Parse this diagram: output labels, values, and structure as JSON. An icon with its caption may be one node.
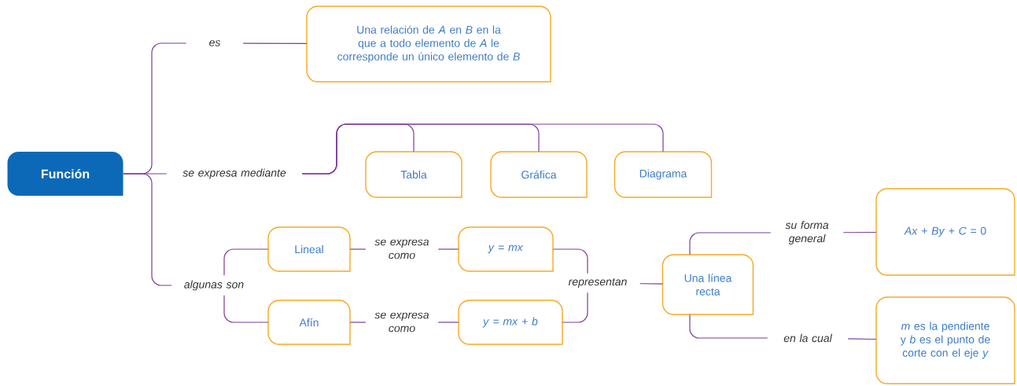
{
  "diagram": {
    "nodes": [
      {
        "text": [
          "Función"
        ]
      },
      {
        "text": [
          "es"
        ]
      },
      {
        "text": [
          "Una relación de *A* en *B* en la que a todo elemento de *A* le corresponde un único elemento de *B*"
        ]
      },
      {
        "text": [
          "se expresa mediante"
        ]
      },
      {
        "text": [
          "Tabla"
        ]
      },
      {
        "text": [
          "Gráfica"
        ]
      },
      {
        "text": [
          "Diagrama"
        ]
      },
      {
        "text": [
          "Lineal"
        ]
      },
      {
        "text": [
          "se expresa como"
        ]
      },
      {
        "text": [
          "*y* = *mx*"
        ]
      },
      {
        "text": [
          "representan"
        ]
      },
      {
        "text": [
          "Una línea recta"
        ]
      },
      {
        "text": [
          "su forma general"
        ]
      },
      {
        "text": [
          "*Ax* + *By* + *C* = 0"
        ]
      },
      {
        "text": [
          "algunas son"
        ]
      },
      {
        "text": [
          "Afín"
        ]
      },
      {
        "text": [
          "se expresa como"
        ]
      },
      {
        "text": [
          "*y* = *mx* + *b*"
        ]
      },
      {
        "text": [
          "en la cual"
        ]
      },
      {
        "text": [
          "*m* es la pendiente y *b* es el punto de corte con el eje *y*"
        ]
      }
    ],
    "edges": [
      {
        "from": 0,
        "to": 1,
        "arrow": "none"
      },
      {
        "from": 1,
        "to": 2,
        "arrow": "none"
      },
      {
        "from": 0,
        "to": 3,
        "arrow": "none"
      },
      {
        "from": 3,
        "to": 4,
        "arrow": "none"
      },
      {
        "from": 3,
        "to": 5,
        "arrow": "none"
      },
      {
        "from": 3,
        "to": 6,
        "arrow": "none"
      },
      {
        "from": 0,
        "to": 14,
        "arrow": "none"
      },
      {
        "from": 14,
        "to": 7,
        "arrow": "none"
      },
      {
        "from": 14,
        "to": 15,
        "arrow": "none"
      },
      {
        "from": 7,
        "to": 8,
        "arrow": "none"
      },
      {
        "from": 8,
        "to": 9,
        "arrow": "none"
      },
      {
        "from": 15,
        "to": 16,
        "arrow": "none"
      },
      {
        "from": 16,
        "to": 17,
        "arrow": "none"
      },
      {
        "from": 9,
        "to": 10,
        "arrow": "none"
      },
      {
        "from": 17,
        "to": 10,
        "arrow": "none"
      },
      {
        "from": 10,
        "to": 11,
        "arrow": "none"
      },
      {
        "from": 11,
        "to": 12,
        "arrow": "none"
      },
      {
        "from": 12,
        "to": 13,
        "arrow": "none"
      },
      {
        "from": 11,
        "to": 18,
        "arrow": "none"
      },
      {
        "from": 18,
        "to": 19,
        "arrow": "none"
      }
    ]
  }
}
